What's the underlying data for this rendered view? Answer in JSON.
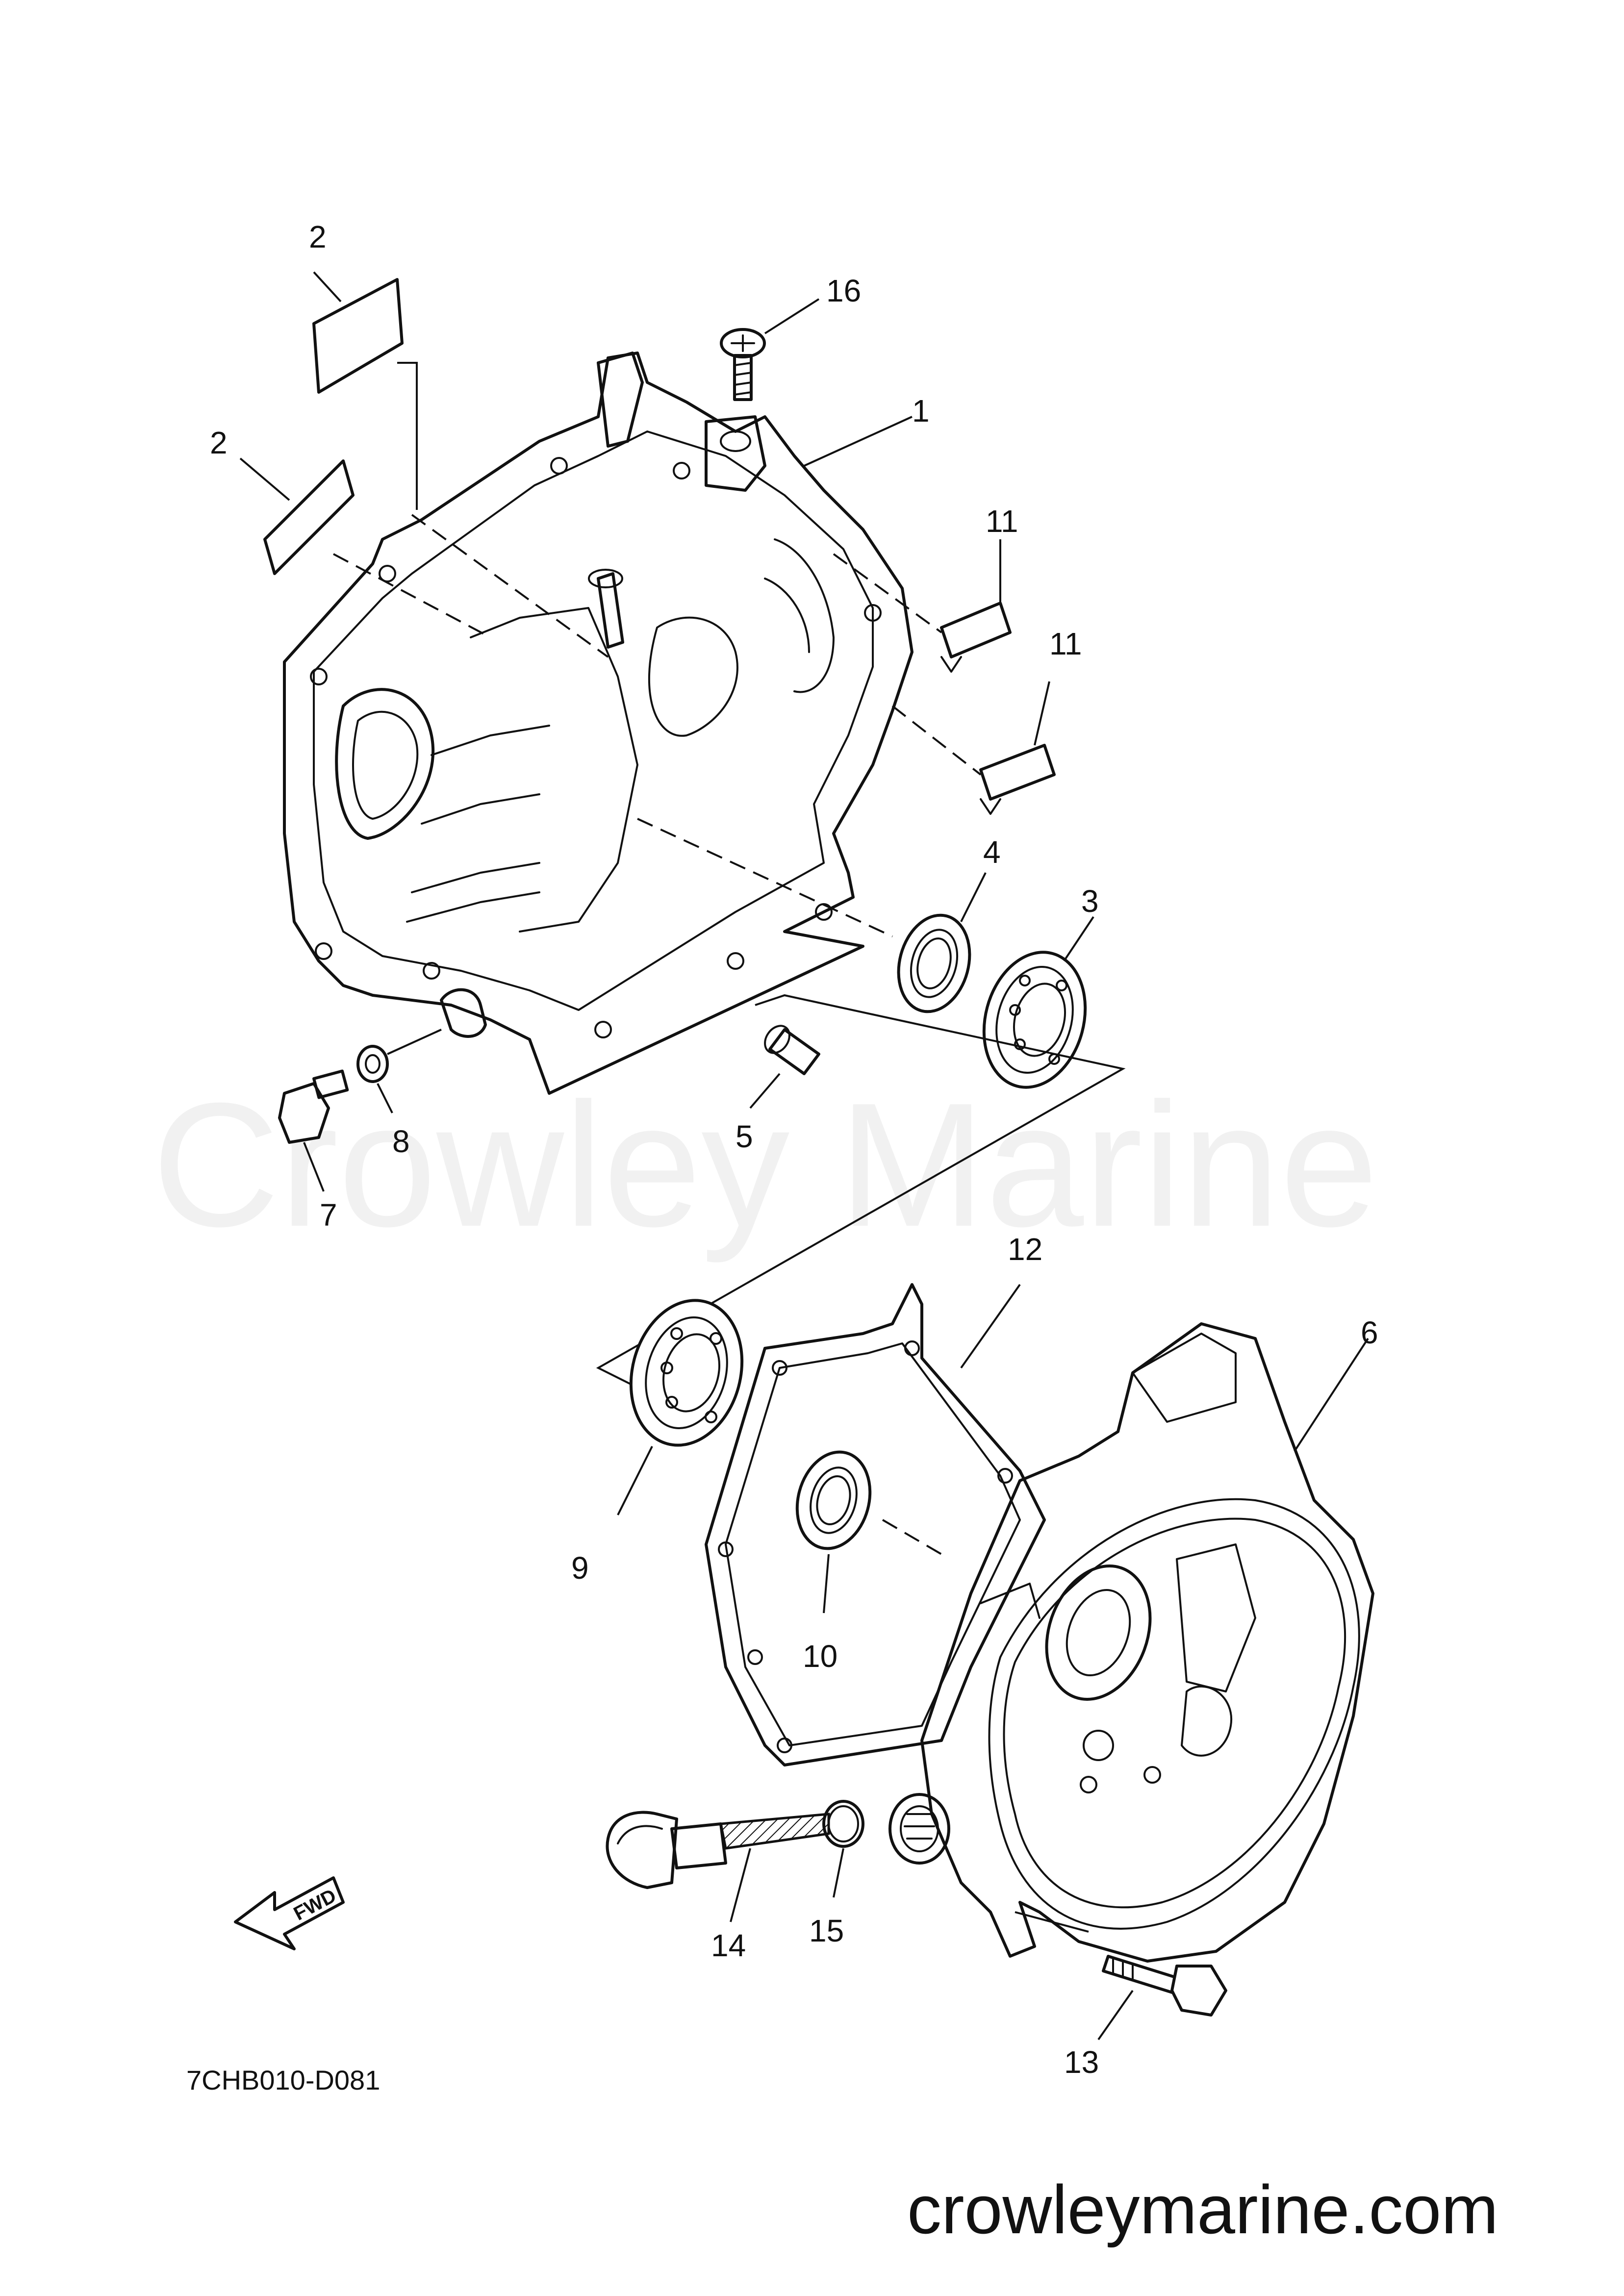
{
  "watermark": "Crowley Marine",
  "diagram_code": "7CHB010-D081",
  "site": "crowleymarine.com",
  "fwd_label": "FWD",
  "callouts": {
    "c1": "1",
    "c2a": "2",
    "c2b": "2",
    "c3": "3",
    "c4": "4",
    "c5": "5",
    "c6": "6",
    "c7": "7",
    "c8": "8",
    "c9": "9",
    "c10": "10",
    "c11a": "11",
    "c11b": "11",
    "c12": "12",
    "c13": "13",
    "c14": "14",
    "c15": "15",
    "c16": "16"
  }
}
